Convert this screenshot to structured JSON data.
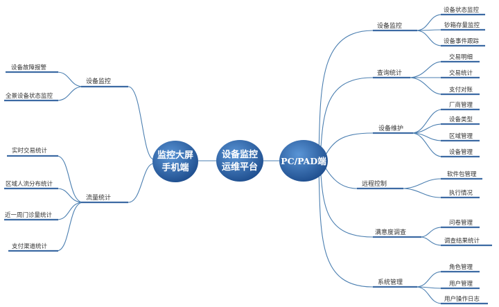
{
  "center": {
    "line1": "设备监控",
    "line2": "运维平台"
  },
  "left_hub": {
    "line1": "监控大屏",
    "line2": "手机端"
  },
  "right_hub": {
    "label": "PC/PAD端"
  },
  "left_branches": [
    {
      "label": "设备监控",
      "children": [
        "设备故障报警",
        "全景设备状态监控"
      ]
    },
    {
      "label": "流量统计",
      "children": [
        "实时交易统计",
        "区域人流分布统计",
        "近一周门诊量统计",
        "支付渠道统计"
      ]
    }
  ],
  "right_branches": [
    {
      "label": "设备监控",
      "children": [
        "设备状态监控",
        "钞箱存量监控",
        "设备事件跟踪"
      ]
    },
    {
      "label": "查询统计",
      "children": [
        "交易明细",
        "交易统计",
        "支付对账"
      ]
    },
    {
      "label": "设备维护",
      "children": [
        "厂商管理",
        "设备类型",
        "区域管理",
        "设备管理"
      ]
    },
    {
      "label": "远程控制",
      "children": [
        "软件包管理",
        "执行情况"
      ]
    },
    {
      "label": "满意度调查",
      "children": [
        "问卷管理",
        "调查结果统计"
      ]
    },
    {
      "label": "系统管理",
      "children": [
        "角色管理",
        "用户管理",
        "用户操作日志"
      ]
    }
  ],
  "colors": {
    "connector": "#4a7eb0",
    "node_fill_light": "#3f7ec7",
    "node_fill_dark": "#1f4f8f",
    "underline": "#3c6aa3",
    "text": "#333333"
  }
}
